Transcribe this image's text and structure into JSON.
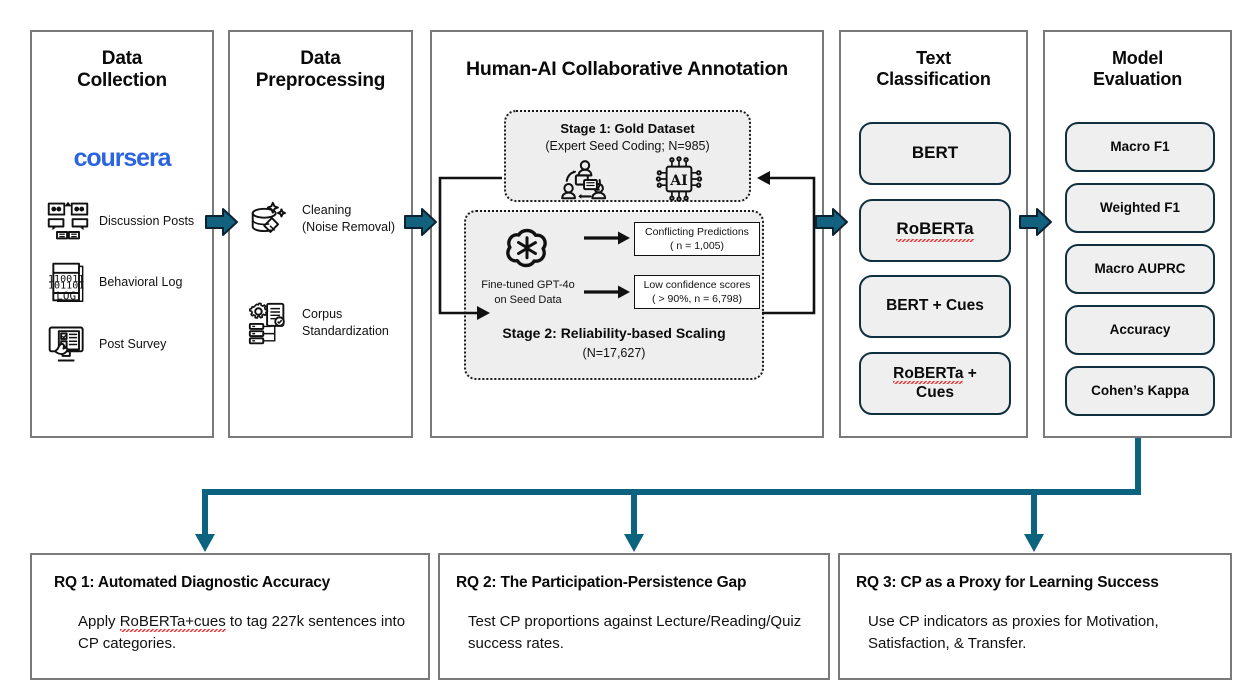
{
  "colors": {
    "arrow_teal": "#11617f",
    "bus_teal": "#0c6380",
    "pill_border": "#11303f",
    "pill_fill": "#efefef",
    "panel_border": "#7a7a7a",
    "coursera_blue": "#2a64e0"
  },
  "columns": {
    "data_collection": {
      "title_line1": "Data",
      "title_line2": "Collection",
      "logo": "coursera",
      "sources": [
        {
          "label": "Discussion Posts",
          "icon": "discussion-posts-icon"
        },
        {
          "label": "Behavioral Log",
          "icon": "log-file-icon"
        },
        {
          "label": "Post Survey",
          "icon": "survey-monitor-icon"
        }
      ]
    },
    "data_preprocessing": {
      "title_line1": "Data",
      "title_line2": "Preprocessing",
      "steps": [
        {
          "line1": "Cleaning",
          "line2": "(Noise Removal)",
          "icon": "data-cleaning-icon"
        },
        {
          "line1": "Corpus",
          "line2": "Standardization",
          "icon": "corpus-standardization-icon"
        }
      ]
    },
    "annotation": {
      "title": "Human-AI Collaborative Annotation",
      "stage1": {
        "heading": "Stage 1: Gold Dataset",
        "sub": "(Expert Seed Coding; N=985)",
        "icons": [
          "human-collaboration-icon",
          "ai-chip-icon"
        ]
      },
      "stage2": {
        "heading": "Stage 2: Reliability-based Scaling",
        "sub": "(N=17,627)",
        "model_icon": "openai-logo-icon",
        "model_label_line1": "Fine-tuned GPT-4o",
        "model_label_line2": "on Seed Data",
        "outputs": [
          {
            "line1": "Conflicting Predictions",
            "line2": "( n = 1,005)"
          },
          {
            "line1": "Low confidence scores",
            "line2": "( > 90%, n = 6,798)"
          }
        ]
      }
    },
    "text_classification": {
      "title_line1": "Text",
      "title_line2": "Classification",
      "models": [
        {
          "label": "BERT",
          "misspelled": false
        },
        {
          "label": "RoBERTa",
          "misspelled": true
        },
        {
          "label": "BERT + Cues",
          "misspelled": false
        },
        {
          "label": "RoBERTa +\nCues",
          "misspelled": true
        }
      ]
    },
    "model_evaluation": {
      "title_line1": "Model",
      "title_line2": "Evaluation",
      "metrics": [
        "Macro F1",
        "Weighted F1",
        "Macro AUPRC",
        "Accuracy",
        "Cohen’s Kappa"
      ]
    }
  },
  "research_questions": [
    {
      "title": "RQ 1: Automated Diagnostic Accuracy",
      "body_pre": "Apply ",
      "body_mis": "RoBERTa+cues",
      "body_post": " to tag 227k sentences into CP categories."
    },
    {
      "title": "RQ 2: The Participation-Persistence Gap",
      "body_pre": "Test CP proportions against Lecture/Reading/Quiz success rates.",
      "body_mis": "",
      "body_post": ""
    },
    {
      "title": "RQ 3: CP as a Proxy for Learning Success",
      "body_pre": "Use CP indicators as proxies for Motivation, Satisfaction, & Transfer.",
      "body_mis": "",
      "body_post": ""
    }
  ]
}
